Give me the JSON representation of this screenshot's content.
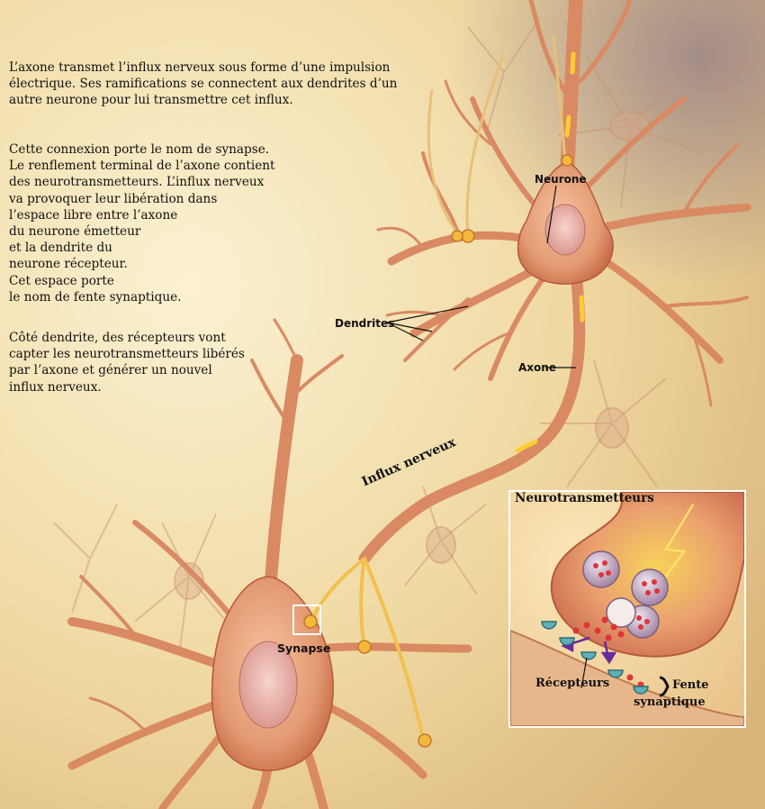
{
  "text": {
    "paragraph_1": "L’axone transmet l’influx nerveux sous forme d’une impulsion\nélectrique.  Ses ramifications se connectent aux dendrites d’un\nautre neurone pour lui transmettre cet influx.",
    "paragraph_2": "Cette connexion porte le nom de synapse.\nLe renflement terminal de l’axone contient\ndes neurotransmetteurs. L’influx nerveux\nva provoquer leur libération dans\nl’espace libre entre l’axone\ndu neurone émetteur\net la dendrite du\nneurone récepteur.\nCet espace porte\nle nom de fente synaptique.",
    "paragraph_3": "Côté dendrite, des récepteurs vont\ncapter les neurotransmetteurs libérés\npar l’axone et générer un nouvel\ninflux nerveux."
  },
  "labels": {
    "neurone": "Neurone",
    "dendrites": "Dendrites",
    "axone": "Axone",
    "influx": "Influx nerveux",
    "synapse": "Synapse"
  },
  "inset": {
    "neurotransmetteurs": "Neurotransmetteurs",
    "recepteurs": "Récepteurs",
    "fente_line1": "Fente",
    "fente_line2": "synaptique"
  },
  "colors": {
    "background": "#f3dfae",
    "neuron_body": "#e39a72",
    "neuron_dark": "#b55a3a",
    "impulse": "#ffcc33",
    "receptor": "#5fb0b4",
    "vesicle": "#a987a6"
  }
}
